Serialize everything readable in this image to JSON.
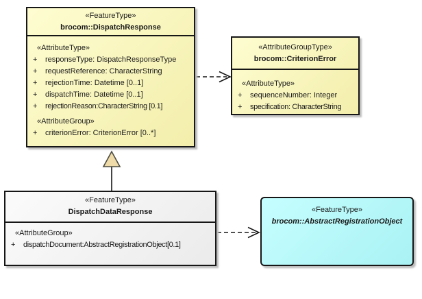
{
  "diagram_type": "uml-class-diagram",
  "colors": {
    "yellow_light": "#FEFDD1",
    "yellow_dark": "#F3EEAB",
    "gray_light": "#FBFBFB",
    "gray_dark": "#EBEBEB",
    "cyan_light": "#C6FEFF",
    "cyan_dark": "#A9F2F4",
    "border": "#161616",
    "shadow": "#BDBDBD",
    "triangle_fill": "#EFDAA9",
    "text": "#1A1A1A"
  },
  "boxes": {
    "dispatch_response": {
      "stereotype": "«FeatureType»",
      "title": "brocom::DispatchResponse",
      "sections": [
        {
          "heading": "«AttributeType»",
          "rows": [
            {
              "vis": "+",
              "text": "responseType: DispatchResponseType"
            },
            {
              "vis": "+",
              "text": "requestReference: CharacterString"
            },
            {
              "vis": "+",
              "text": "rejectionTime: Datetime [0..1]"
            },
            {
              "vis": "+",
              "text": "dispatchTime: Datetime [0..1]"
            },
            {
              "vis": "+",
              "text": "rejectionReason:CharacterString [0.1]"
            }
          ]
        },
        {
          "heading": "«AttributeGroup»",
          "rows": [
            {
              "vis": "+",
              "text": "criterionError: CriterionError [0..*]"
            }
          ]
        }
      ]
    },
    "criterion_error": {
      "stereotype": "«AttributeGroupType»",
      "title": "brocom::CriterionError",
      "sections": [
        {
          "heading": "«AttributeType»",
          "rows": [
            {
              "vis": "+",
              "text": "sequenceNumber: Integer"
            },
            {
              "vis": "+",
              "text": "specification: CharacterString"
            }
          ]
        }
      ]
    },
    "dispatch_data_response": {
      "stereotype": "«FeatureType»",
      "title": "DispatchDataResponse",
      "sections": [
        {
          "heading": "«AttributeGroup»",
          "rows": [
            {
              "vis": "+",
              "text": "dispatchDocument:AbstractRegistrationObject[0.1]"
            }
          ]
        }
      ]
    },
    "abstract_registration_object": {
      "stereotype": "«FeatureType»",
      "title": "brocom::AbstractRegistrationObject"
    }
  },
  "connectors": [
    {
      "name": "dependency-dispatchresponse-to-criterionerror",
      "type": "dashed-dependency"
    },
    {
      "name": "generalization-dispatchdataresponse-to-dispatchresponse",
      "type": "generalization"
    },
    {
      "name": "dependency-dispatchdataresponse-to-abstractregistrationobject",
      "type": "dashed-dependency"
    }
  ]
}
